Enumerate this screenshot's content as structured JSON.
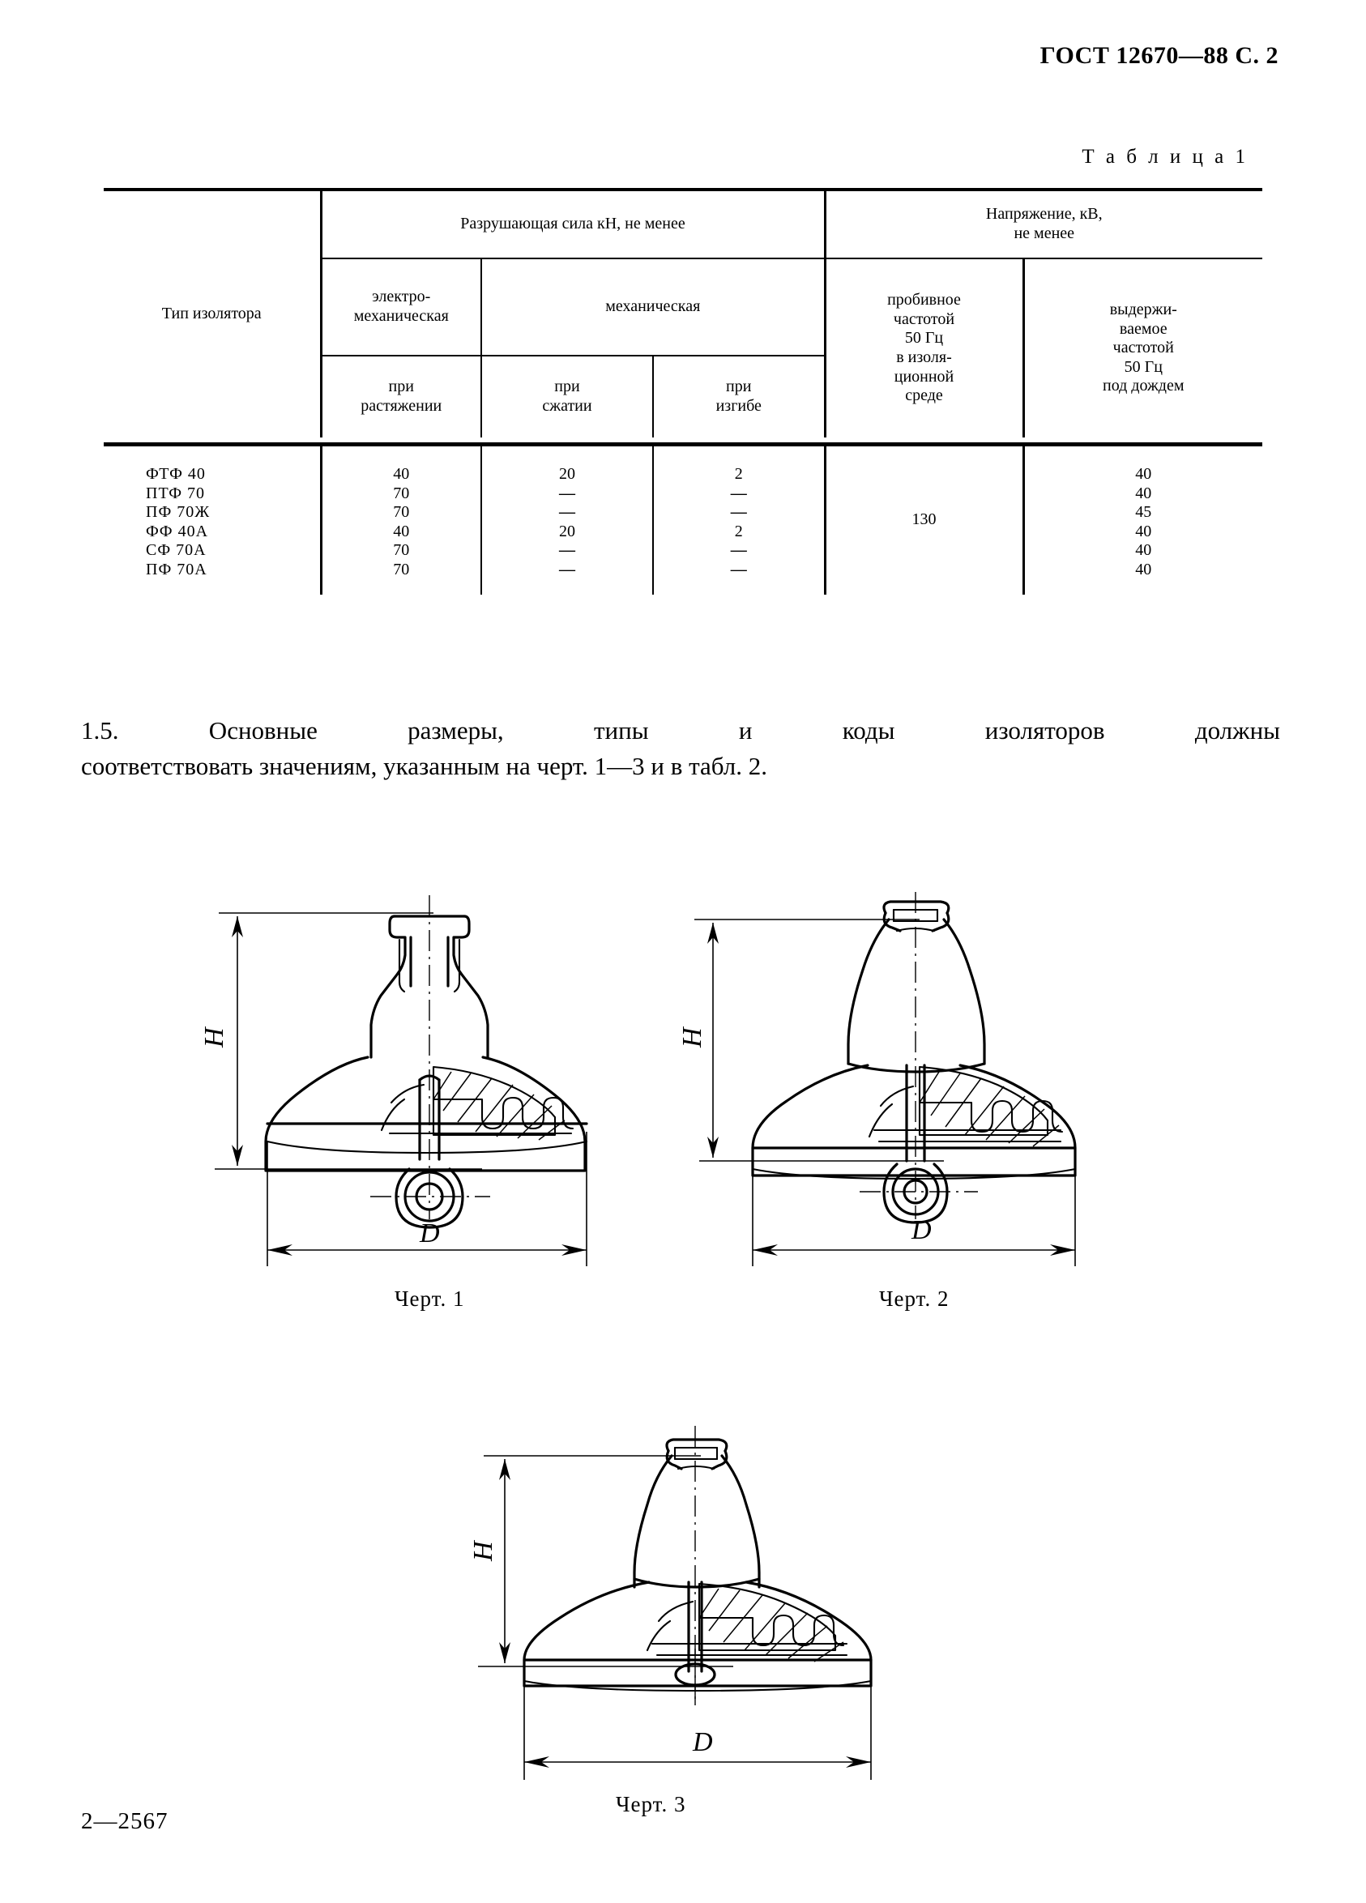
{
  "header": {
    "standard_ref": "ГОСТ 12670—88 С. 2"
  },
  "table_caption": "Т а б л и ц а  1",
  "table": {
    "headers": {
      "type_col": "Тип изолятора",
      "group_force": "Разрушающая сила кН, не менее",
      "group_voltage": "Напряжение, кВ,\nне менее",
      "electromechanical": "электро-\nмеханическая",
      "mechanical": "механическая",
      "puncture": "пробивное\nчастотой\n50 Гц\nв изоля-\nционной\nсреде",
      "withstand": "выдержи-\nваемое\nчастотой\n50 Гц\nпод дождем",
      "at_tension": "при\nрастяжении",
      "at_compression": "при\nсжатии",
      "at_bending": "при\nизгибе"
    },
    "puncture_value": "130",
    "rows": [
      {
        "type": "ФТФ 40",
        "tension": "40",
        "compression": "20",
        "bending": "2",
        "withstand": "40"
      },
      {
        "type": "ПТФ 70",
        "tension": "70",
        "compression": "—",
        "bending": "—",
        "withstand": "40"
      },
      {
        "type": "ПФ 70Ж",
        "tension": "70",
        "compression": "—",
        "bending": "—",
        "withstand": "45"
      },
      {
        "type": "ФФ 40А",
        "tension": "40",
        "compression": "20",
        "bending": "2",
        "withstand": "40"
      },
      {
        "type": "СФ 70А",
        "tension": "70",
        "compression": "—",
        "bending": "—",
        "withstand": "40"
      },
      {
        "type": "ПФ 70А",
        "tension": "70",
        "compression": "—",
        "bending": "—",
        "withstand": "40"
      }
    ]
  },
  "paragraph": {
    "line1": "1.5. Основные   размеры,   типы   и  коды   изоляторов   должны",
    "line2": "соответствовать значениям, указанным на черт.  1—3 и в табл. 2."
  },
  "figures": [
    {
      "caption": "Черт. 1",
      "dim_height": "H",
      "dim_diameter": "D"
    },
    {
      "caption": "Черт. 2",
      "dim_height": "H",
      "dim_diameter": "D"
    },
    {
      "caption": "Черт. 3",
      "dim_height": "H",
      "dim_diameter": "D"
    }
  ],
  "footer": {
    "signature_code": "2—2567"
  }
}
